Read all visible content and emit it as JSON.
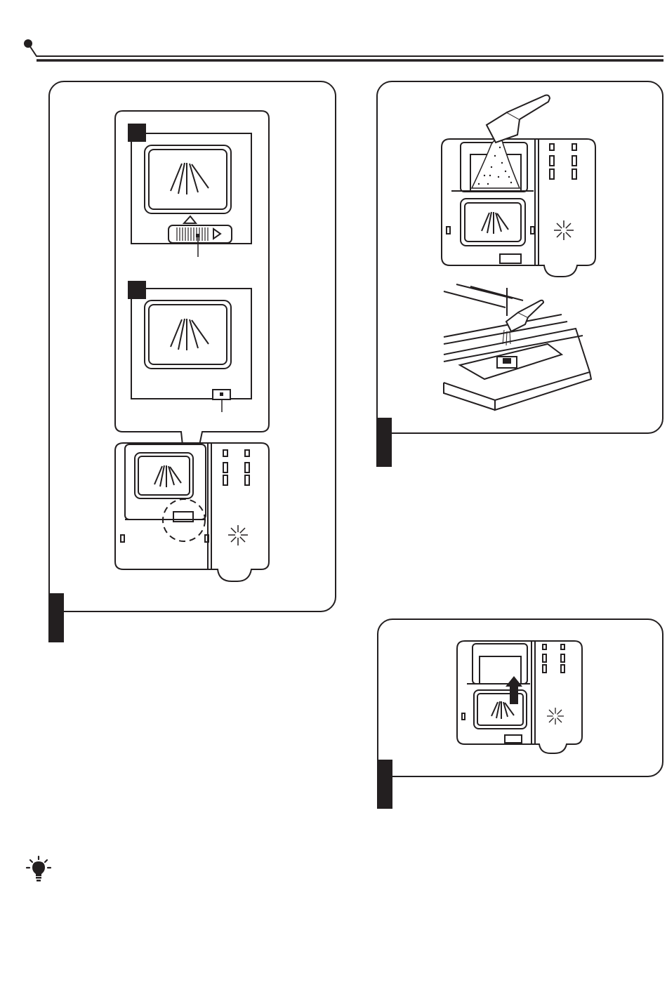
{
  "page": {
    "icons": {
      "header_bullet": "dot-bullet-icon",
      "tip": "lightbulb-icon"
    },
    "colors": {
      "ink": "#231f20",
      "paper": "#ffffff"
    }
  },
  "figures": {
    "dispenser_indicator": {
      "icon": "rinse-aid-dispenser-illustration"
    },
    "detergent_fill": {
      "icon": "detergent-scoop-pouring-illustration"
    },
    "cover_closing": {
      "icon": "detergent-cover-close-illustration"
    }
  }
}
